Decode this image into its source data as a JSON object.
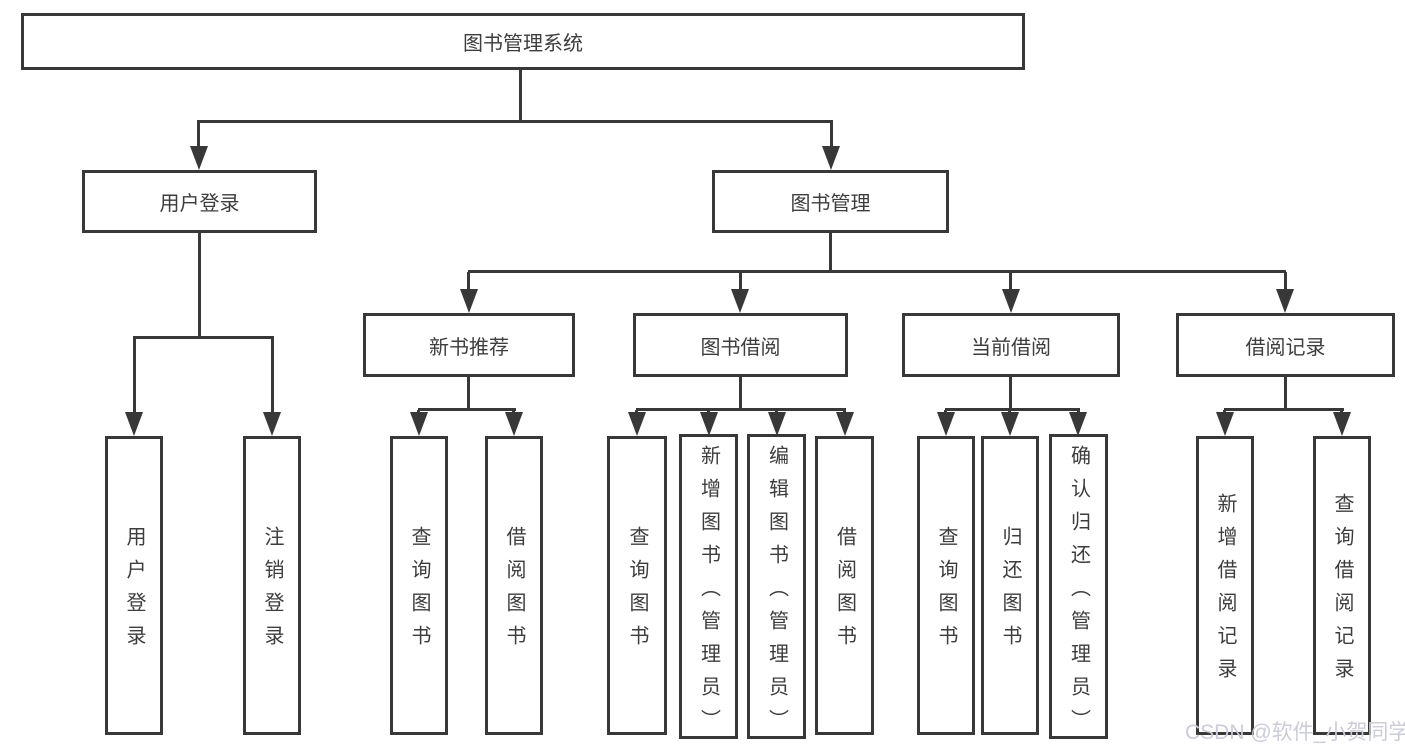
{
  "tree": {
    "label": "图书管理系统",
    "children": [
      {
        "label": "用户登录",
        "children": [
          {
            "label": "用户登录"
          },
          {
            "label": "注销登录"
          }
        ]
      },
      {
        "label": "图书管理",
        "children": [
          {
            "label": "新书推荐",
            "children": [
              {
                "label": "查询图书"
              },
              {
                "label": "借阅图书"
              }
            ]
          },
          {
            "label": "图书借阅",
            "children": [
              {
                "label": "查询图书"
              },
              {
                "label": "新增图书（管理员）"
              },
              {
                "label": "编辑图书（管理员）"
              },
              {
                "label": "借阅图书"
              }
            ]
          },
          {
            "label": "当前借阅",
            "children": [
              {
                "label": "查询图书"
              },
              {
                "label": "归还图书"
              },
              {
                "label": "确认归还（管理员）"
              }
            ]
          },
          {
            "label": "借阅记录",
            "children": [
              {
                "label": "新增借阅记录"
              },
              {
                "label": "查询借阅记录"
              }
            ]
          }
        ]
      }
    ]
  },
  "watermark": {
    "text": "CSDN @软件_小贺同学"
  },
  "colors": {
    "line": "#383838",
    "node_border": "#383838",
    "node_fill": "#ffffff",
    "text": "#3d3d3d",
    "watermark": "#cbccd8",
    "background": "#ffffff"
  }
}
